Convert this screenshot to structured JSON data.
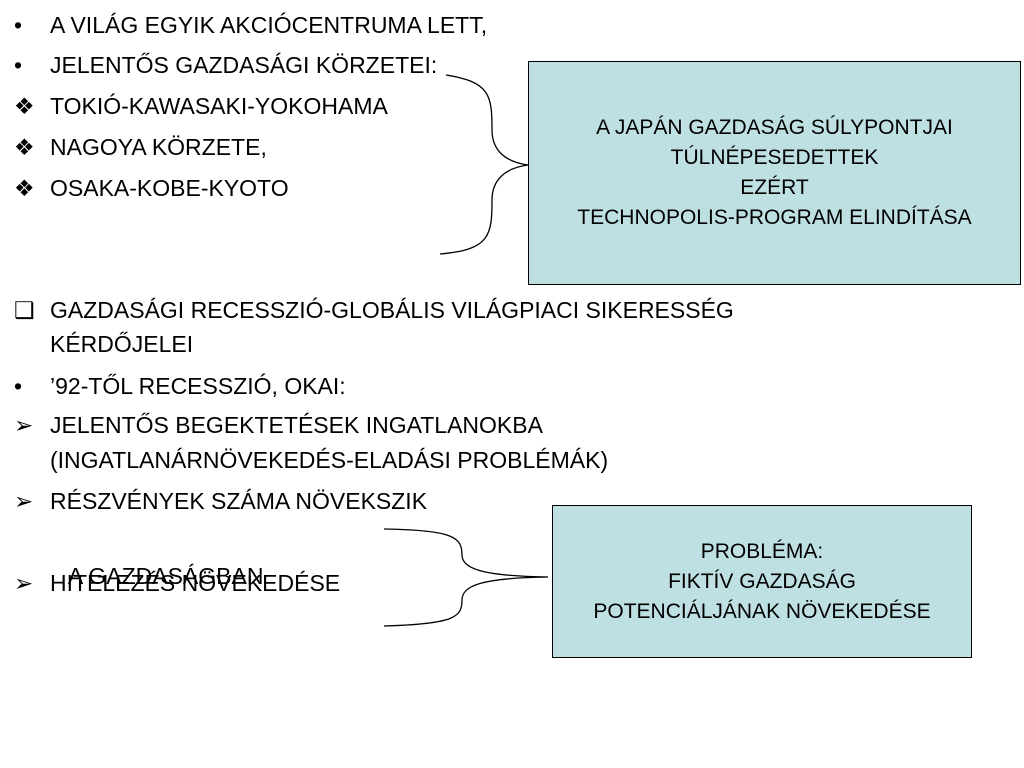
{
  "top_list": [
    {
      "marker": "•",
      "text": "A VILÁG EGYIK AKCIÓCENTRUMA LETT,"
    },
    {
      "marker": "•",
      "text": "JELENTŐS GAZDASÁGI KÖRZETEI:"
    },
    {
      "marker": "❖",
      "text": "TOKIÓ-KAWASAKI-YOKOHAMA"
    },
    {
      "marker": "❖",
      "text": "NAGOYA KÖRZETE,"
    },
    {
      "marker": "❖",
      "text": "OSAKA-KOBE-KYOTO"
    }
  ],
  "bottom_list": [
    {
      "marker": "❑",
      "text": "GAZDASÁGI RECESSZIÓ-GLOBÁLIS VILÁGPIACI SIKERESSÉG"
    },
    {
      "marker": "",
      "text": "KÉRDŐJELEI"
    },
    {
      "marker": "•",
      "text": "’92-TŐL RECESSZIÓ, OKAI:"
    },
    {
      "marker": "➢",
      "text": "JELENTŐS BEGEKTETÉSEK INGATLANOKBA"
    },
    {
      "marker": "",
      "text": "(INGATLANÁRNÖVEKEDÉS-ELADÁSI PROBLÉMÁK)"
    },
    {
      "marker": "➢",
      "text": "RÉSZVÉNYEK SZÁMA NÖVEKSZIK"
    },
    {
      "marker": "",
      "text": " A GAZDASÁGBAN"
    },
    {
      "marker": "➢",
      "text": "HITELEZÉS NÖVEKEDÉSE"
    }
  ],
  "box_top": {
    "lines": [
      "A JAPÁN GAZDASÁG SÚLYPONTJAI",
      "TÚLNÉPESEDETTEK",
      "EZÉRT",
      "TECHNOPOLIS-PROGRAM ELINDÍTÁSA"
    ]
  },
  "box_bottom": {
    "lines": [
      "PROBLÉMA:",
      "FIKTÍV GAZDASÁG",
      "POTENCIÁLJÁNAK NÖVEKEDÉSE"
    ]
  },
  "colors": {
    "box_fill": "#bfe0e3",
    "text": "#000000"
  }
}
